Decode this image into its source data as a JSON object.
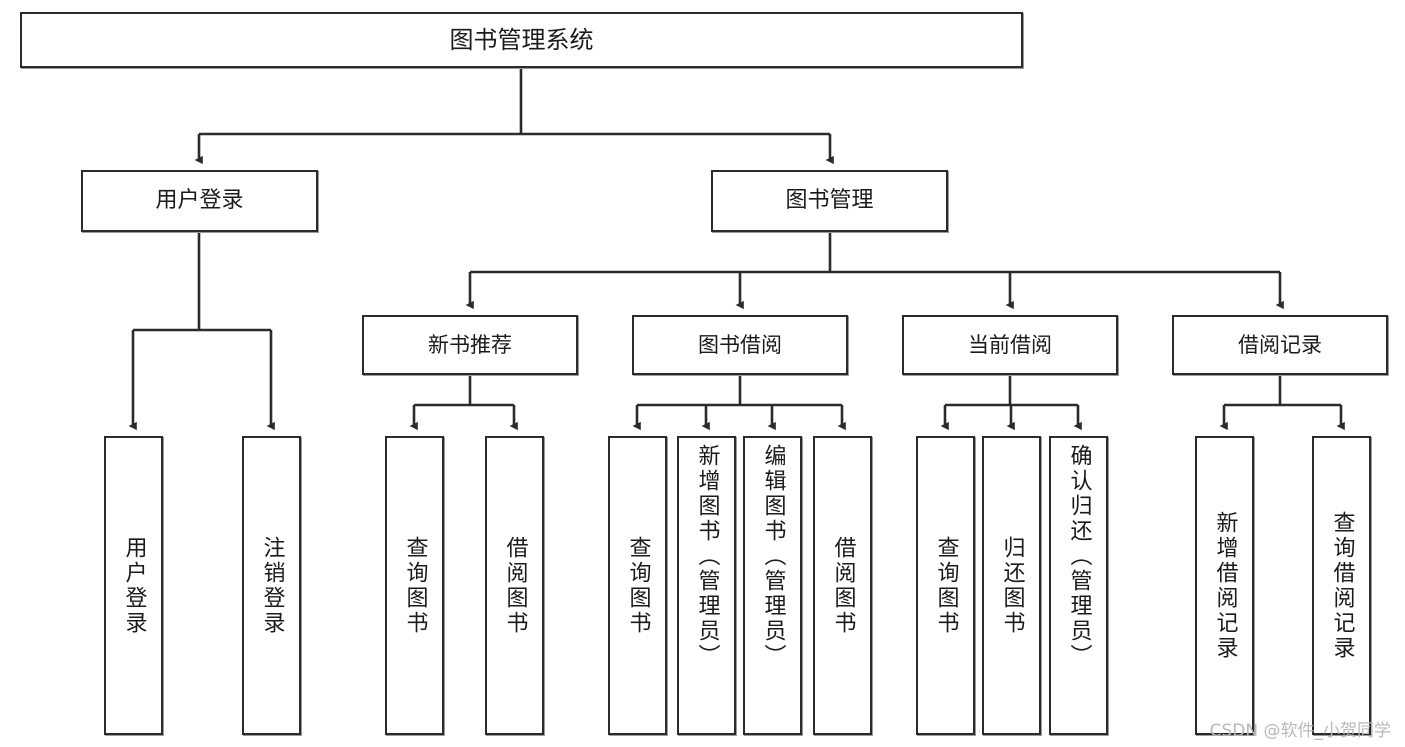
{
  "diagram": {
    "title": "图书管理系统",
    "type": "hierarchy-tree",
    "root": {
      "label": "图书管理系统"
    },
    "level2": [
      {
        "label": "用户登录"
      },
      {
        "label": "图书管理"
      }
    ],
    "level3": [
      {
        "label": "新书推荐"
      },
      {
        "label": "图书借阅"
      },
      {
        "label": "当前借阅"
      },
      {
        "label": "借阅记录"
      }
    ],
    "leaves": {
      "user_login": [
        {
          "label": "用户登录"
        },
        {
          "label": "注销登录"
        }
      ],
      "new_book_recommend": [
        {
          "label": "查询图书"
        },
        {
          "label": "借阅图书"
        }
      ],
      "book_borrow": [
        {
          "label": "查询图书"
        },
        {
          "label": "新增图书（管理员）"
        },
        {
          "label": "编辑图书（管理员）"
        },
        {
          "label": "借阅图书"
        }
      ],
      "current_borrow": [
        {
          "label": "查询图书"
        },
        {
          "label": "归还图书"
        },
        {
          "label": "确认归还（管理员）"
        }
      ],
      "borrow_record": [
        {
          "label": "新增借阅记录"
        },
        {
          "label": "查询借阅记录"
        }
      ]
    }
  },
  "watermark": {
    "text": "CSDN @软件_小贺同学"
  },
  "colors": {
    "border": "#2b2b2b",
    "text": "#1b1b1b",
    "background": "#ffffff",
    "watermark": "#b9b9b9"
  }
}
